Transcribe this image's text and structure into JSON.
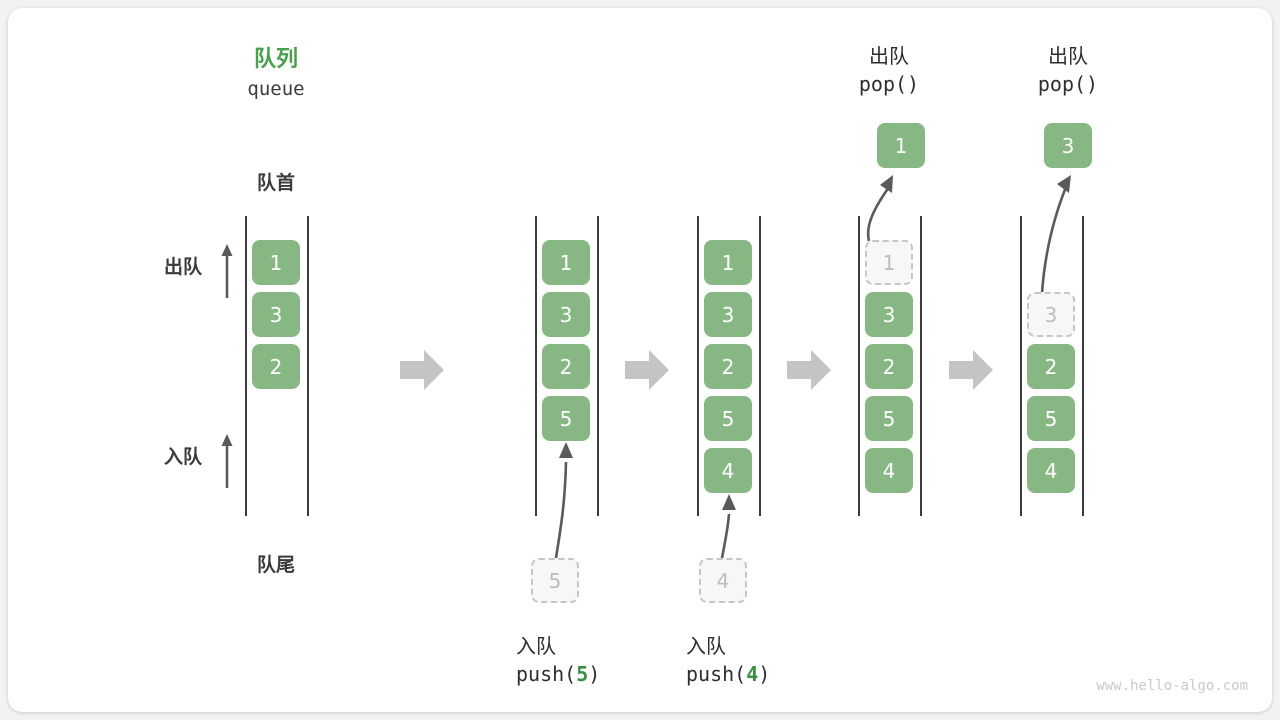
{
  "diagram": {
    "title_cn": "队列",
    "title_en": "queue",
    "front_label": "队首",
    "rear_label": "队尾",
    "dequeue_label": "出队",
    "enqueue_label": "入队",
    "watermark": "www.hello-algo.com",
    "colors": {
      "cell_green": "#87b884",
      "title_green": "#46a04c",
      "code_green": "#3a8f46",
      "rail_dark": "#3b3b3b",
      "arrow_gray": "#5a5a5a",
      "transition_gray": "#c4c4c4",
      "ghost_border": "#c6c6c6",
      "ghost_fill": "#f7f7f7"
    }
  },
  "steps": [
    {
      "id": "initial",
      "cells": [
        {
          "value": "1",
          "state": "filled"
        },
        {
          "value": "3",
          "state": "filled"
        },
        {
          "value": "2",
          "state": "filled"
        }
      ],
      "caption_cn": "",
      "caption_code": ""
    },
    {
      "id": "push-5",
      "cells": [
        {
          "value": "1",
          "state": "filled"
        },
        {
          "value": "3",
          "state": "filled"
        },
        {
          "value": "2",
          "state": "filled"
        },
        {
          "value": "5",
          "state": "filled"
        }
      ],
      "incoming_value": "5",
      "caption_cn": "入队",
      "caption_code_prefix": "push(",
      "caption_code_arg": "5",
      "caption_code_suffix": ")"
    },
    {
      "id": "push-4",
      "cells": [
        {
          "value": "1",
          "state": "filled"
        },
        {
          "value": "3",
          "state": "filled"
        },
        {
          "value": "2",
          "state": "filled"
        },
        {
          "value": "5",
          "state": "filled"
        },
        {
          "value": "4",
          "state": "filled"
        }
      ],
      "incoming_value": "4",
      "caption_cn": "入队",
      "caption_code_prefix": "push(",
      "caption_code_arg": "4",
      "caption_code_suffix": ")"
    },
    {
      "id": "pop-1",
      "cells": [
        {
          "value": "1",
          "state": "ghost"
        },
        {
          "value": "3",
          "state": "filled"
        },
        {
          "value": "2",
          "state": "filled"
        },
        {
          "value": "5",
          "state": "filled"
        },
        {
          "value": "4",
          "state": "filled"
        }
      ],
      "popped_value": "1",
      "header_cn": "出队",
      "header_code": "pop()"
    },
    {
      "id": "pop-3",
      "cells": [
        {
          "value": "3",
          "state": "ghost"
        },
        {
          "value": "2",
          "state": "filled"
        },
        {
          "value": "5",
          "state": "filled"
        },
        {
          "value": "4",
          "state": "filled"
        }
      ],
      "popped_value": "3",
      "header_cn": "出队",
      "header_code": "pop()"
    }
  ]
}
